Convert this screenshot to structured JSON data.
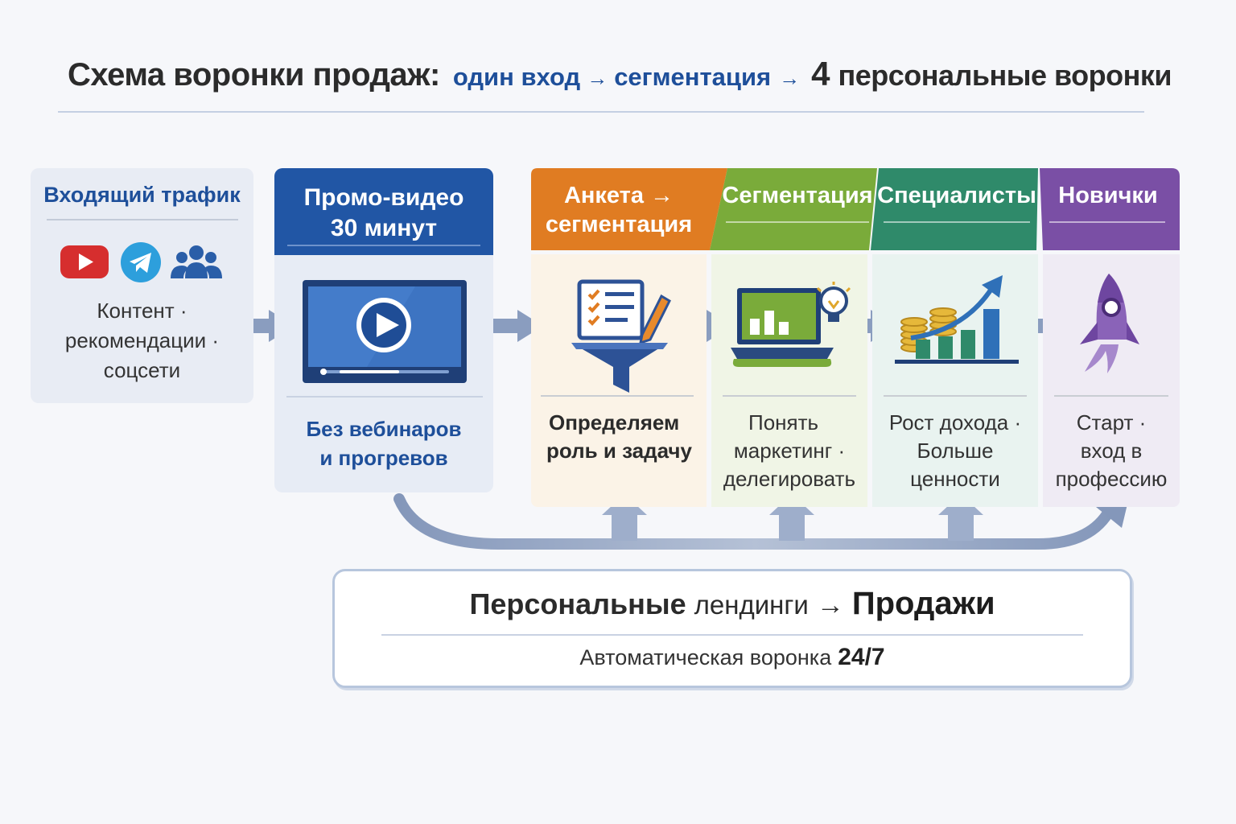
{
  "title": {
    "main": "Схема воронки продаж:",
    "step1": "один вход",
    "arrow": "→",
    "step2": "сегментация",
    "count": "4",
    "end": "персональные воронки"
  },
  "traffic": {
    "heading": "Входящий трафик",
    "line1": "Контент ·",
    "line2": "рекомендации ·",
    "line3": "соцсети",
    "icons": [
      "youtube-icon",
      "telegram-icon",
      "people-icon"
    ]
  },
  "promo": {
    "line1": "Промо-видео",
    "line2": "30 минут",
    "body1": "Без вебинаров",
    "body2": "и прогревов",
    "icon": "video-player-icon"
  },
  "segments": [
    {
      "head1": "Анкета →",
      "head2": "сегментация",
      "body1": "Определяем",
      "body2": "роль и задачу",
      "color": "#e07c22",
      "icon": "checklist-funnel-icon"
    },
    {
      "head1": "Сегментация",
      "body1": "Понять",
      "body2": "маркетинг ·",
      "body3": "делегировать",
      "color": "#7aab3a",
      "icon": "laptop-idea-icon"
    },
    {
      "head1": "Специалисты",
      "body1": "Рост дохода ·",
      "body2": "Больше ценности",
      "color": "#2f8a6a",
      "icon": "growth-chart-icon"
    },
    {
      "head1": "Новички",
      "body1": "Старт ·",
      "body2": "вход в",
      "body3": "профессию",
      "color": "#7a4fa5",
      "icon": "rocket-icon"
    }
  ],
  "bottom": {
    "main_a": "Персональные",
    "main_b": "лендинги",
    "arrow": "→",
    "main_c": "Продажи",
    "sub_a": "Автоматическая воронка",
    "sub_b": "24/7"
  }
}
